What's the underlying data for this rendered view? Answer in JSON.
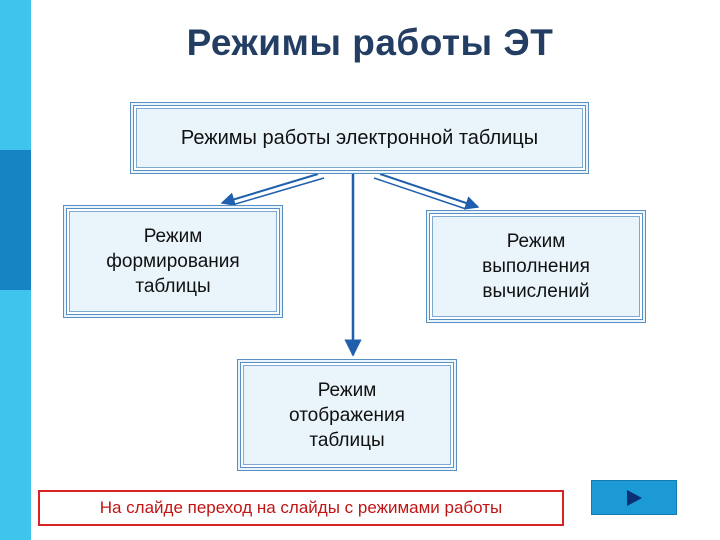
{
  "title": "Режимы работы ЭТ",
  "diagram": {
    "root": "Режимы работы электронной таблицы",
    "left": "Режим\nформирования\nтаблицы",
    "right": "Режим\nвыполнения\nвычислений",
    "middle": "Режим\nотображения\nтаблицы"
  },
  "note": "На слайде переход на слайды с режимами работы",
  "navigation": {
    "next_icon": "play-triangle-icon"
  },
  "colors": {
    "accent_light": "#3fc4ee",
    "accent_dark": "#1683c3",
    "title": "#243e63",
    "arrow": "#1f5fae",
    "note_border": "#d92222"
  }
}
